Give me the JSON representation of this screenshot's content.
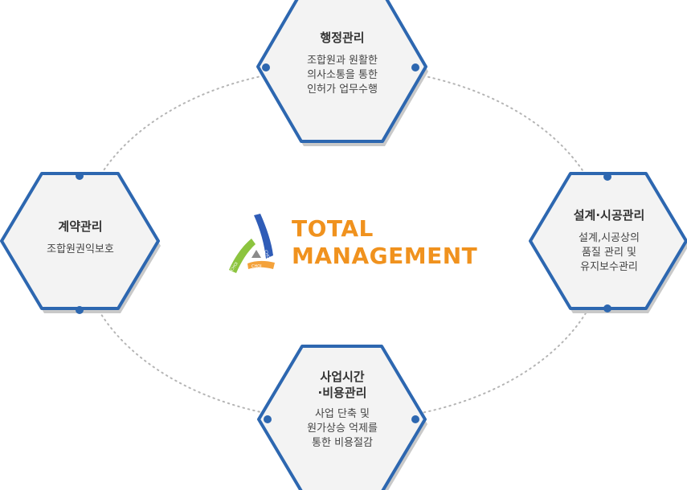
{
  "center": {
    "line1": "TOTAL",
    "line2": "MANAGEMENT",
    "logo_text": "CHOI",
    "colors": {
      "accent": "#f0921e",
      "logo_blue": "#2f5cb7",
      "logo_green": "#8cc43f",
      "logo_orange": "#f4a23b",
      "logo_gray": "#8a8a8a"
    }
  },
  "colors": {
    "hex_border": "#2d67b0",
    "hex_fill": "#f3f3f3",
    "dot_line": "#b5b5b5",
    "node": "#2d67b0"
  },
  "hexes": [
    {
      "id": "top",
      "title": "행정관리",
      "desc": "조합원과 원활한\n의사소통을 통한\n인허가 업무수행"
    },
    {
      "id": "right",
      "title": "설계·시공관리",
      "desc": "설계,시공상의\n품질 관리 및\n유지보수관리"
    },
    {
      "id": "bottom",
      "title": "사업시간\n·비용관리",
      "desc": "사업 단축 및\n원가상승 억제를\n통한 비용절감"
    },
    {
      "id": "left",
      "title": "계약관리",
      "desc": "조합원권익보호"
    }
  ]
}
